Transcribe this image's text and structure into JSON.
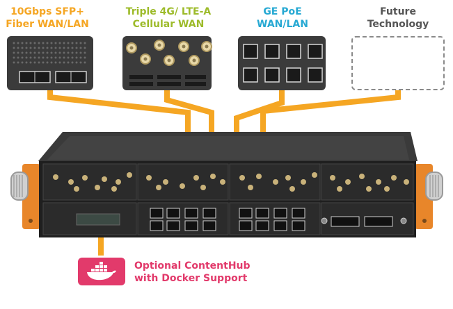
{
  "modules": [
    {
      "line1": "10Gbps SFP+",
      "line2": "Fiber WAN/LAN",
      "color": "#f5a623",
      "icon": "sfp-ports"
    },
    {
      "line1": "Triple 4G/ LTE-A",
      "line2": "Cellular WAN",
      "color": "#9dbb2a",
      "icon": "antenna-connectors"
    },
    {
      "line1": "GE PoE",
      "line2": "WAN/LAN",
      "color": "#27a9d3",
      "icon": "rj45-ports"
    },
    {
      "line1": "Future",
      "line2": "Technology",
      "color": "#555555",
      "icon": "empty-slot"
    }
  ],
  "contenthub": {
    "line1": "Optional ContentHub",
    "line2": "with Docker Support",
    "color": "#e23a6b",
    "icon": "docker-whale-icon"
  },
  "colors": {
    "arrow": "#f5a623",
    "chassis": "#2a2a2a",
    "panel": "#3b3b3b",
    "ear": "#e8862a"
  }
}
